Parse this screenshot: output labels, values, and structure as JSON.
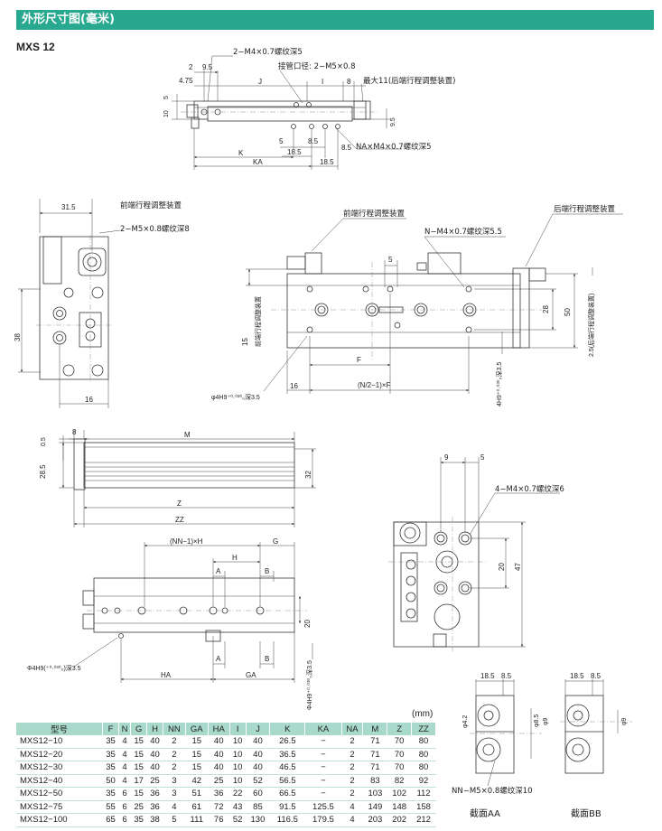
{
  "header": {
    "title": "外形尺寸图(毫米)"
  },
  "model": "MXS 12",
  "view1": {
    "note_top": "2−M4×0.7螺纹深5",
    "note_port": "接管口径: 2−M5×0.8",
    "note_max": "最大11(后端行程调整装置)",
    "note_na": "NA×M4×0.7螺纹深5",
    "d_2": "2",
    "d_9_5": "9.5",
    "d_4_75": "4.75",
    "d_J": "J",
    "d_I": "I",
    "d_8": "8",
    "d_5_v": "5",
    "d_10": "10",
    "d_9_5_v": "9.5",
    "d_5": "5",
    "d_8_5": "8.5",
    "d_18_5": "18.5",
    "d_8_5_b": "8.5",
    "d_K": "K",
    "d_KA": "KA",
    "d_18_5_b": "18.5"
  },
  "view2": {
    "note_front": "前端行程调整装置",
    "note_m5": "2−M5×0.8螺纹深8",
    "d_31_5": "31.5",
    "d_38": "38",
    "d_16": "16"
  },
  "view3": {
    "note_front": "前端行程调整装置",
    "note_rear": "后端行程调整装置",
    "note_n": "N−M4×0.7螺纹深5.5",
    "d_5": "5",
    "d_28": "28",
    "d_50": "50",
    "d_2_5": "2.5(后端行程调整装置)",
    "d_15": "15",
    "d_15_note": "前端行程调整装置",
    "d_F": "F",
    "d_16": "16",
    "d_nf": "(N/2−1)×F",
    "d_hole": "φ4H9⁺⁰·⁰³⁰₀深3.5",
    "d_hole_v": "4H9⁺⁰·⁰³⁰₀深3.5"
  },
  "view4": {
    "d_8": "8",
    "d_M": "M",
    "d_0_5": "0.5",
    "d_28_5": "28.5",
    "d_32": "32",
    "d_Z": "Z",
    "d_ZZ": "ZZ"
  },
  "view5": {
    "d_nnh": "(NN−1)×H",
    "d_G": "G",
    "d_H": "H",
    "d_A": "A",
    "d_B": "B",
    "d_20": "20",
    "d_HA": "HA",
    "d_GA": "GA",
    "d_A2": "A",
    "d_B2": "B",
    "d_hole": "Φ4H9(⁺⁰·⁰³⁰₀)深3.5",
    "d_hole_v": "Φ4H9⁺⁰·⁰³⁰₀深3.5"
  },
  "view6": {
    "d_9": "9",
    "d_5": "5",
    "note": "4−M4×0.7螺纹深6",
    "d_20": "20",
    "d_47": "47"
  },
  "sectionAA": {
    "d_18_5": "18.5",
    "d_8_5": "8.5",
    "d_4_2": "φ4.2",
    "d_8_5v": "φ8.5",
    "d_9": "φ9",
    "note": "NN−M5×0.8螺纹深10",
    "caption": "截面AA"
  },
  "sectionBB": {
    "d_18_5": "18.5",
    "d_8_5": "8.5",
    "d_9": "φ9",
    "caption": "截面BB"
  },
  "table": {
    "unit": "(mm)",
    "headers": [
      "型号",
      "F",
      "N",
      "G",
      "H",
      "NN",
      "GA",
      "HA",
      "I",
      "J",
      "K",
      "KA",
      "NA",
      "M",
      "Z",
      "ZZ"
    ],
    "rows": [
      [
        "MXS12−10",
        "35",
        "4",
        "15",
        "40",
        "2",
        "15",
        "40",
        "10",
        "40",
        "26.5",
        "−",
        "2",
        "71",
        "70",
        "80"
      ],
      [
        "MXS12−20",
        "35",
        "4",
        "15",
        "40",
        "2",
        "15",
        "40",
        "10",
        "40",
        "36.5",
        "−",
        "2",
        "71",
        "70",
        "80"
      ],
      [
        "MXS12−30",
        "35",
        "4",
        "15",
        "40",
        "2",
        "15",
        "40",
        "10",
        "40",
        "46.5",
        "−",
        "2",
        "71",
        "70",
        "80"
      ],
      [
        "MXS12−40",
        "50",
        "4",
        "17",
        "25",
        "3",
        "42",
        "25",
        "10",
        "52",
        "56.5",
        "−",
        "2",
        "83",
        "82",
        "92"
      ],
      [
        "MXS12−50",
        "35",
        "6",
        "15",
        "36",
        "3",
        "51",
        "36",
        "22",
        "60",
        "66.5",
        "−",
        "2",
        "103",
        "102",
        "112"
      ],
      [
        "MXS12−75",
        "55",
        "6",
        "25",
        "36",
        "4",
        "61",
        "72",
        "43",
        "85",
        "91.5",
        "125.5",
        "4",
        "149",
        "148",
        "158"
      ],
      [
        "MXS12−100",
        "65",
        "6",
        "35",
        "38",
        "5",
        "111",
        "76",
        "52",
        "130",
        "116.5",
        "179.5",
        "4",
        "203",
        "202",
        "212"
      ]
    ]
  }
}
